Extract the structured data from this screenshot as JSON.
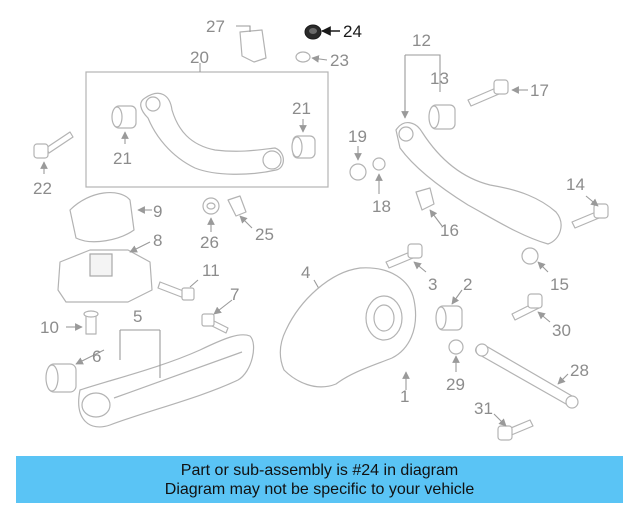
{
  "diagram": {
    "highlight_part": "24",
    "highlight_color": "#1a1a1a",
    "part_labels": [
      {
        "id": "1",
        "text": "1"
      },
      {
        "id": "2",
        "text": "2"
      },
      {
        "id": "3",
        "text": "3"
      },
      {
        "id": "4",
        "text": "4"
      },
      {
        "id": "5",
        "text": "5"
      },
      {
        "id": "6",
        "text": "6"
      },
      {
        "id": "7",
        "text": "7"
      },
      {
        "id": "8",
        "text": "8"
      },
      {
        "id": "9",
        "text": "9"
      },
      {
        "id": "10",
        "text": "10"
      },
      {
        "id": "11",
        "text": "11"
      },
      {
        "id": "12",
        "text": "12"
      },
      {
        "id": "13",
        "text": "13"
      },
      {
        "id": "14",
        "text": "14"
      },
      {
        "id": "15",
        "text": "15"
      },
      {
        "id": "16",
        "text": "16"
      },
      {
        "id": "17",
        "text": "17"
      },
      {
        "id": "18",
        "text": "18"
      },
      {
        "id": "19",
        "text": "19"
      },
      {
        "id": "20",
        "text": "20"
      },
      {
        "id": "21a",
        "text": "21"
      },
      {
        "id": "21b",
        "text": "21"
      },
      {
        "id": "22",
        "text": "22"
      },
      {
        "id": "23",
        "text": "23"
      },
      {
        "id": "24",
        "text": "24"
      },
      {
        "id": "25",
        "text": "25"
      },
      {
        "id": "26",
        "text": "26"
      },
      {
        "id": "27",
        "text": "27"
      },
      {
        "id": "28",
        "text": "28"
      },
      {
        "id": "29",
        "text": "29"
      },
      {
        "id": "30",
        "text": "30"
      },
      {
        "id": "31",
        "text": "31"
      }
    ]
  },
  "banner": {
    "line1": "Part or sub-assembly is #24 in diagram",
    "line2": "Diagram may not be specific to your vehicle",
    "background": "#5ac4f5"
  }
}
